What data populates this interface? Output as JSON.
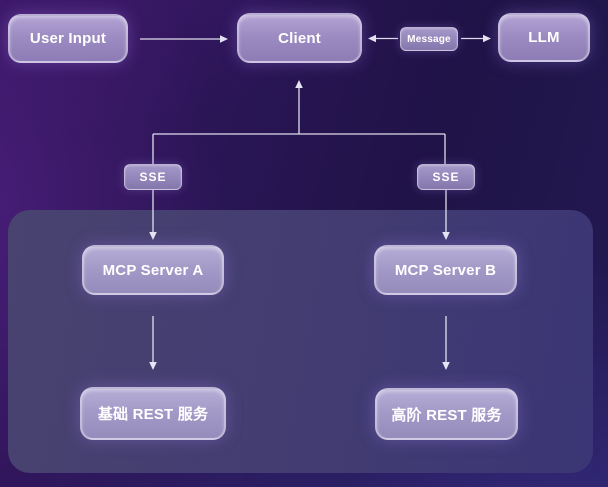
{
  "diagram": {
    "nodes": {
      "user_input": "User Input",
      "client": "Client",
      "message": "Message",
      "llm": "LLM",
      "sse_a": "SSE",
      "sse_b": "SSE",
      "mcp_server_a": "MCP Server A",
      "mcp_server_b": "MCP Server B",
      "rest_basic": "基础 REST 服务",
      "rest_advanced": "高阶 REST 服务"
    },
    "edges": [
      {
        "from": "User Input",
        "to": "Client",
        "direction": "right"
      },
      {
        "from": "Message",
        "to": "Client",
        "direction": "left"
      },
      {
        "from": "Message",
        "to": "LLM",
        "direction": "right"
      },
      {
        "from": "SSE (left)",
        "to": "Client",
        "direction": "up"
      },
      {
        "from": "SSE (right)",
        "to": "Client",
        "direction": "up"
      },
      {
        "from": "SSE (left)",
        "to": "MCP Server A",
        "direction": "down"
      },
      {
        "from": "SSE (right)",
        "to": "MCP Server B",
        "direction": "down"
      },
      {
        "from": "MCP Server A",
        "to": "基础 REST 服务",
        "direction": "down"
      },
      {
        "from": "MCP Server B",
        "to": "高阶 REST 服务",
        "direction": "down"
      }
    ],
    "colors": {
      "background_base": "#251350",
      "left_glow": "#702ca8",
      "bottom_right_glow": "#42379e",
      "panel_fill": "#433d72",
      "node_fill": "#9d8cc2",
      "node_border": "rgba(255,255,255,0.4)",
      "arrow": "#f0eefa",
      "text": "#ffffff"
    }
  }
}
